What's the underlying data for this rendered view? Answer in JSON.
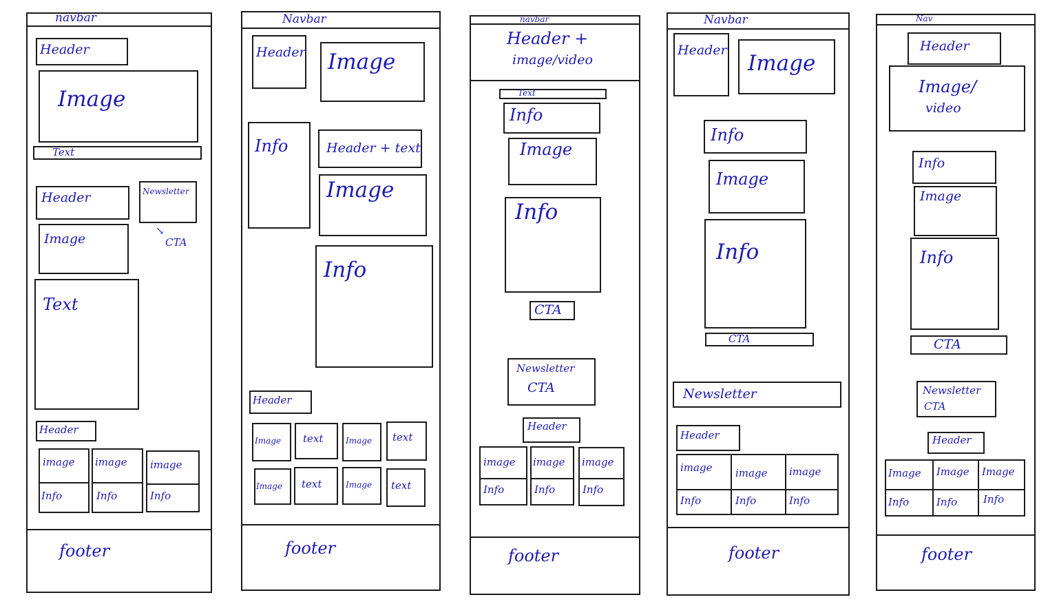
{
  "wireframes": [
    {
      "navbar": "navbar",
      "footer": "footer",
      "blocks": [
        "Header",
        "Image",
        "Text",
        "Header",
        "Newsletter",
        "CTA",
        "Image",
        "Text",
        "Header"
      ],
      "grid": {
        "image": "image",
        "info": "Info"
      }
    },
    {
      "navbar": "Navbar",
      "footer": "footer",
      "blocks": [
        "Header",
        "Image",
        "Info",
        "Header + text",
        "Image",
        "Info",
        "Header"
      ],
      "grid": {
        "image": "Image",
        "text": "text"
      }
    },
    {
      "navbar": "navbar",
      "footer": "footer",
      "blocks": [
        "Header +",
        "image/video",
        "Text",
        "Info",
        "Image",
        "Info",
        "CTA",
        "Newsletter",
        "CTA",
        "Header"
      ],
      "grid": {
        "image": "image",
        "info": "Info"
      }
    },
    {
      "navbar": "Navbar",
      "footer": "footer",
      "blocks": [
        "Header",
        "Image",
        "Info",
        "Image",
        "Info",
        "CTA",
        "Newsletter",
        "Header"
      ],
      "grid": {
        "image": "image",
        "info": "Info"
      }
    },
    {
      "navbar": "Nav",
      "footer": "footer",
      "blocks": [
        "Header",
        "Image/",
        "video",
        "Info",
        "Image",
        "Info",
        "CTA",
        "Newsletter",
        "CTA",
        "Header"
      ],
      "grid": {
        "image": "Image",
        "info": "Info"
      }
    }
  ],
  "colors": {
    "ink": "#1c1cb0",
    "line": "#1a1a1a"
  }
}
